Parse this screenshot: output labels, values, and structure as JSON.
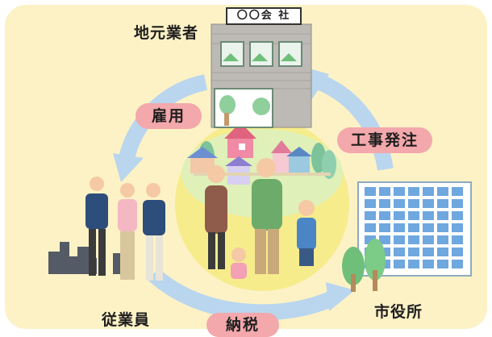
{
  "diagram": {
    "nodes": {
      "local_business": "地元業者",
      "city_hall": "市役所",
      "employees": "従業員"
    },
    "edges": {
      "employment": "雇用",
      "construction_order": "工事発注",
      "tax_payment": "納税"
    },
    "company_sign": "〇〇会 社"
  },
  "colors": {
    "background_panel": "#fdf2c6",
    "arrow": "#b9d6ee",
    "label_pill": "#f3a8ab",
    "center_circle": "#f6ec8c",
    "building_brick": "#bdbab5",
    "city_hall_glass": "#6fa7df"
  }
}
